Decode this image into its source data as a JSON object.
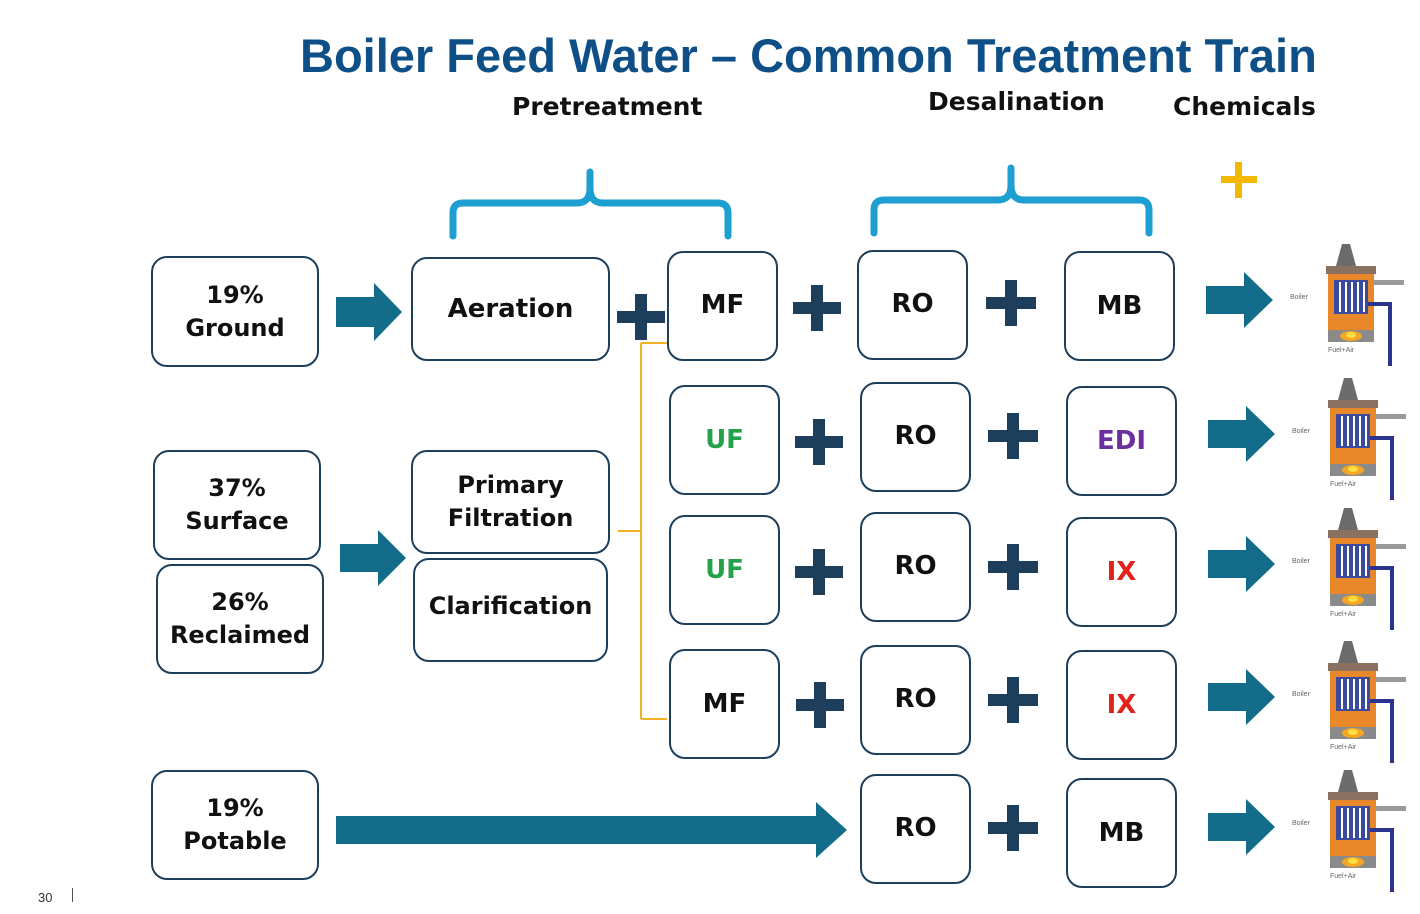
{
  "title": "Boiler Feed Water – Common Treatment Train",
  "sections": {
    "pretreatment": "Pretreatment",
    "desalination": "Desalination",
    "chemicals": "Chemicals"
  },
  "sources": {
    "ground": {
      "pct": "19%",
      "label": "Ground"
    },
    "surface": {
      "pct": "37%",
      "label": "Surface"
    },
    "reclaimed": {
      "pct": "26%",
      "label": "Reclaimed"
    },
    "potable": {
      "pct": "19%",
      "label": "Potable"
    }
  },
  "pretreatment": {
    "aeration": "Aeration",
    "primary_filtration": [
      "Primary",
      "Filtration"
    ],
    "clarification": "Clarification"
  },
  "rows": [
    {
      "filter": "MF",
      "desal": "RO",
      "polish": "MB"
    },
    {
      "filter": "UF",
      "desal": "RO",
      "polish": "EDI"
    },
    {
      "filter": "UF",
      "desal": "RO",
      "polish": "IX"
    },
    {
      "filter": "MF",
      "desal": "RO",
      "polish": "IX"
    },
    {
      "desal": "RO",
      "polish": "MB"
    }
  ],
  "boiler": {
    "label": "Boiler",
    "fuel_label": "Fuel+Air"
  },
  "page_number": "30",
  "colors": {
    "title": "#0d4f86",
    "arrow": "#136d8a",
    "plus": "#1d3f5c",
    "bracket": "#1e9fd1",
    "chemical_plus": "#f5b800",
    "connector": "#f0b323",
    "uf_text": "#24a24a",
    "edi_text": "#6b2fa0",
    "ix_text": "#e3211b",
    "boiler_body": "#e8882a"
  },
  "icons": [
    "plus-icon",
    "arrow-right-icon",
    "bracket-icon",
    "boiler-icon"
  ]
}
